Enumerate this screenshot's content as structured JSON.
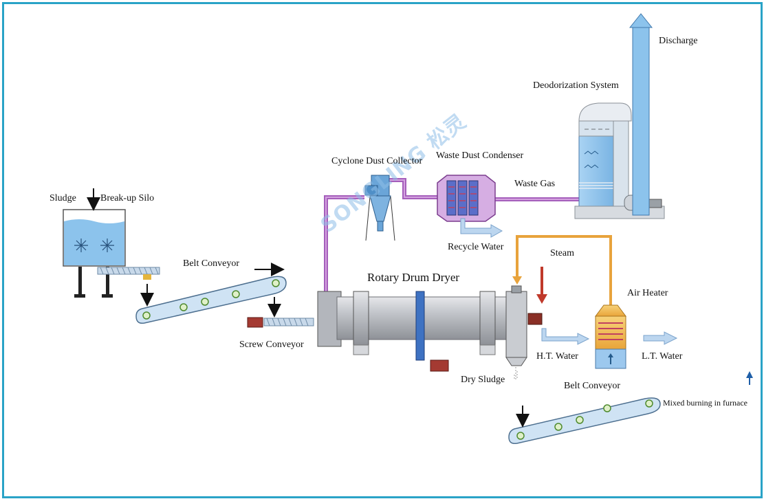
{
  "labels": {
    "sludge": "Sludge",
    "break_up_silo": "Break-up Silo",
    "belt_conveyor_1": "Belt Conveyor",
    "screw_conveyor": "Screw Conveyor",
    "cyclone_dust_collector": "Cyclone Dust Collector",
    "waste_dust_condenser": "Waste Dust Condenser",
    "waste_gas": "Waste Gas",
    "deodorization_system": "Deodorization System",
    "discharge": "Discharge",
    "recycle_water": "Recycle Water",
    "rotary_drum_dryer": "Rotary Drum Dryer",
    "steam": "Steam",
    "air_heater": "Air Heater",
    "ht_water": "H.T. Water",
    "lt_water": "L.T. Water",
    "dry_sludge": "Dry Sludge",
    "belt_conveyor_2": "Belt Conveyor",
    "mixed_burning": "Mixed burning in furnace"
  },
  "watermark": "SONGLING 松灵",
  "colors": {
    "frame": "#29a3c7",
    "water_blue": "#8cc3ec",
    "duct_purple": "#b06ec4",
    "orange_pipe": "#e8a33c",
    "drum_gray": "#b9bcc2",
    "arrow_blue": "#bcd6ef",
    "steam_red": "#c0392b"
  }
}
